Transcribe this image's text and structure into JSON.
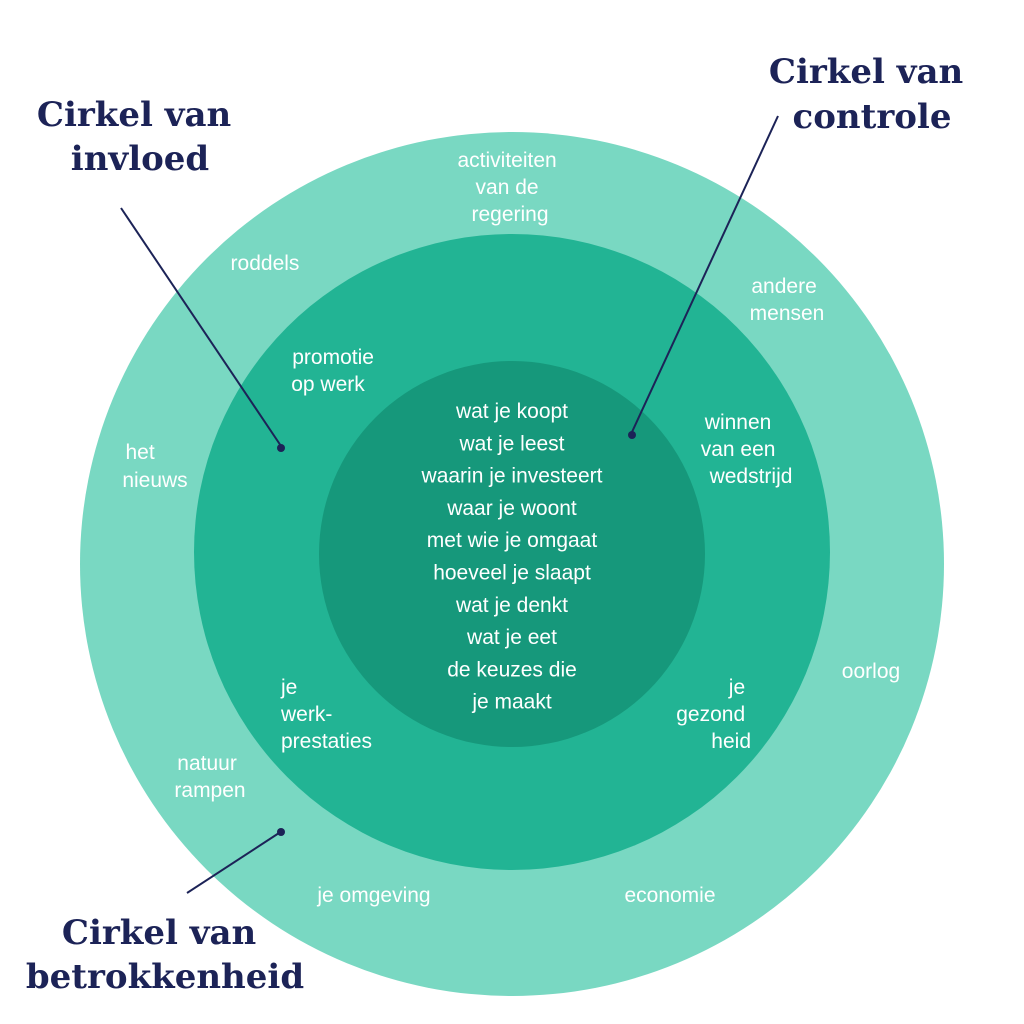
{
  "colors": {
    "outer_ring": "#79d8c2",
    "middle_ring": "#22b494",
    "inner_circle": "#16987b",
    "text": "#ffffff",
    "title": "#1c2357",
    "background": "#ffffff"
  },
  "titles": {
    "invloed": [
      "Cirkel van",
      "invloed"
    ],
    "controle": [
      "Cirkel van",
      "controle"
    ],
    "betrokkenheid": [
      "Cirkel van",
      "betrokkenheid"
    ]
  },
  "concern_items": {
    "activiteiten": [
      "activiteiten",
      "van de",
      "regering"
    ],
    "roddels": [
      "roddels"
    ],
    "andere_mensen": [
      "andere",
      "mensen"
    ],
    "het_nieuws": [
      "het",
      "nieuws"
    ],
    "oorlog": [
      "oorlog"
    ],
    "natuur_rampen": [
      "natuur",
      "rampen"
    ],
    "je_omgeving": [
      "je omgeving"
    ],
    "economie": [
      "economie"
    ]
  },
  "influence_items": {
    "promotie": [
      "promotie",
      "op werk"
    ],
    "winnen": [
      "winnen",
      "van een",
      "wedstrijd"
    ],
    "werkprestaties": [
      "je",
      "werk-",
      "prestaties"
    ],
    "gezondheid": [
      "je",
      "gezond",
      "heid"
    ]
  },
  "control_items": [
    "wat je koopt",
    "wat je leest",
    "waarin je investeert",
    "waar je woont",
    "met wie je omgaat",
    "hoeveel je slaapt",
    "wat je denkt",
    "wat je eet",
    "de keuzes die",
    "je maakt"
  ]
}
